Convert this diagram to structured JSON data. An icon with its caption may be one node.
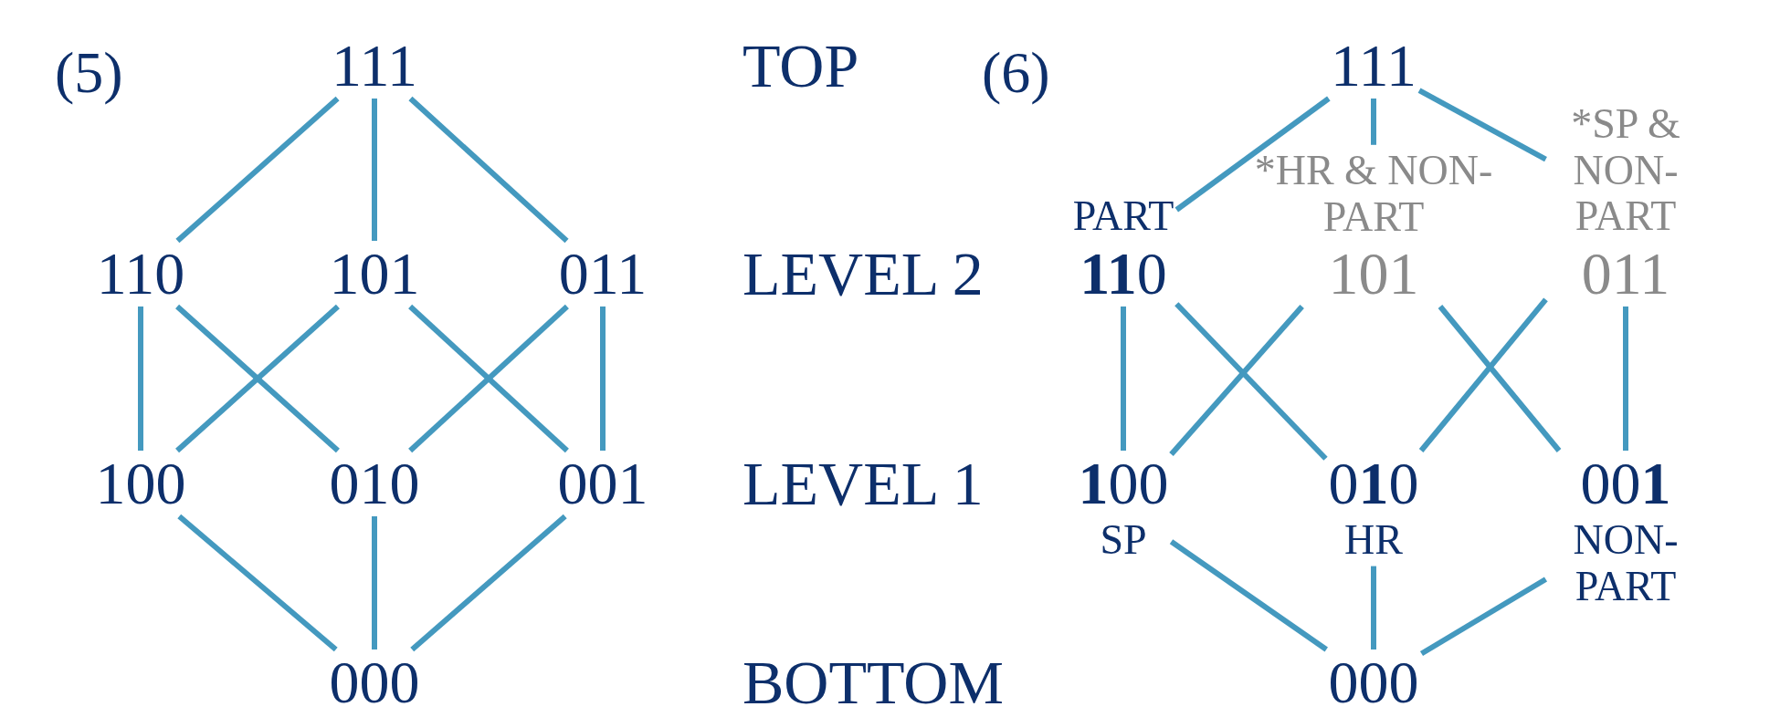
{
  "diagram": {
    "nodes": [
      {
        "text": [
          "111"
        ]
      },
      {
        "text": [
          "110"
        ]
      },
      {
        "text": [
          "101"
        ]
      },
      {
        "text": [
          "011"
        ]
      },
      {
        "text": [
          "100"
        ]
      },
      {
        "text": [
          "010"
        ]
      },
      {
        "text": [
          "001"
        ]
      },
      {
        "text": [
          "000"
        ]
      },
      {
        "text": [
          "111"
        ]
      },
      {
        "text": [
          "PART",
          "**11**0"
        ]
      },
      {
        "text": [
          "*HR & NON-PART",
          "101"
        ]
      },
      {
        "text": [
          "*SP & NON-PART",
          "011"
        ]
      },
      {
        "text": [
          "**1**00",
          "SP"
        ]
      },
      {
        "text": [
          "0**1**0",
          "HR"
        ]
      },
      {
        "text": [
          "00**1**",
          "NON-PART"
        ]
      },
      {
        "text": [
          "000"
        ]
      }
    ],
    "edges": [
      {
        "from": 0,
        "to": 1,
        "arrow": "none"
      },
      {
        "from": 0,
        "to": 2,
        "arrow": "none"
      },
      {
        "from": 0,
        "to": 3,
        "arrow": "none"
      },
      {
        "from": 1,
        "to": 4,
        "arrow": "none"
      },
      {
        "from": 1,
        "to": 5,
        "arrow": "none"
      },
      {
        "from": 2,
        "to": 4,
        "arrow": "none"
      },
      {
        "from": 2,
        "to": 6,
        "arrow": "none"
      },
      {
        "from": 3,
        "to": 5,
        "arrow": "none"
      },
      {
        "from": 3,
        "to": 6,
        "arrow": "none"
      },
      {
        "from": 4,
        "to": 7,
        "arrow": "none"
      },
      {
        "from": 5,
        "to": 7,
        "arrow": "none"
      },
      {
        "from": 6,
        "to": 7,
        "arrow": "none"
      },
      {
        "from": 8,
        "to": 9,
        "arrow": "none"
      },
      {
        "from": 8,
        "to": 10,
        "arrow": "none"
      },
      {
        "from": 8,
        "to": 11,
        "arrow": "none"
      },
      {
        "from": 9,
        "to": 12,
        "arrow": "none"
      },
      {
        "from": 9,
        "to": 13,
        "arrow": "none"
      },
      {
        "from": 10,
        "to": 12,
        "arrow": "none"
      },
      {
        "from": 10,
        "to": 14,
        "arrow": "none"
      },
      {
        "from": 11,
        "to": 13,
        "arrow": "none"
      },
      {
        "from": 11,
        "to": 14,
        "arrow": "none"
      },
      {
        "from": 12,
        "to": 15,
        "arrow": "none"
      },
      {
        "from": 13,
        "to": 15,
        "arrow": "none"
      },
      {
        "from": 14,
        "to": 15,
        "arrow": "none"
      }
    ],
    "labels": [
      "(5)",
      "TOP",
      "LEVEL 2",
      "LEVEL 1",
      "BOTTOM",
      "(6)"
    ]
  }
}
